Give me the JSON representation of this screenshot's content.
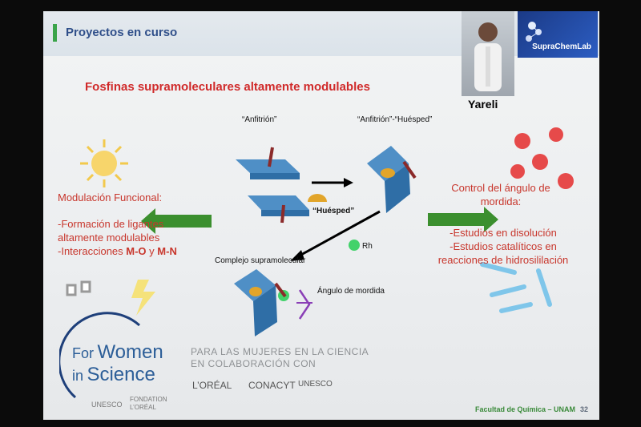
{
  "header": {
    "title": "Proyectos en curso"
  },
  "logo": {
    "text": "SupraChemLab"
  },
  "person": {
    "name": "Yareli"
  },
  "slide": {
    "subtitle": "Fosfinas supramoleculares altamente modulables",
    "anfitrion": "“Anfitrión”",
    "anfitrion_huesped": "“Anfitrión”-“Huésped”",
    "huesped": "“Huésped”",
    "rh": "Rh",
    "complejo": "Complejo supramolecular",
    "angulo": "Ángulo de mordida",
    "left": {
      "heading": "Modulación Funcional:",
      "item1_line1": "-Formación de ligantes",
      "item1_line2": "altamente modulables",
      "item2_prefix": "-Interacciones ",
      "item2_mo": "M-O",
      "item2_y": " y ",
      "item2_mn": "M-N"
    },
    "right": {
      "heading_line1": "Control del ángulo de",
      "heading_line2": "mordida:",
      "item1": "-Estudios en disolución",
      "item2_line1": "-Estudios catalíticos en",
      "item2_line2": "reacciones de hidrosililación"
    }
  },
  "footer": {
    "fws_for": "For",
    "fws_women": "Women",
    "fws_in": "in",
    "fws_science": "Science",
    "tag_line1": "PARA LAS MUJERES EN LA CIENCIA",
    "tag_line2": "EN COLABORACIÓN CON",
    "loreal": "L’ORÉAL",
    "conacyt": "CONACYT",
    "unesco": "UNESCO",
    "fondation_line1": "FONDATION",
    "fondation_line2": "L’ORÉAL",
    "faculty": "Facultad de Química – UNAM",
    "page": "32"
  },
  "colors": {
    "accent_red": "#d02a2a",
    "arrow_green": "#3b8f2e",
    "title_blue": "#2f4f8a",
    "ball_red": "#e64a4a"
  }
}
